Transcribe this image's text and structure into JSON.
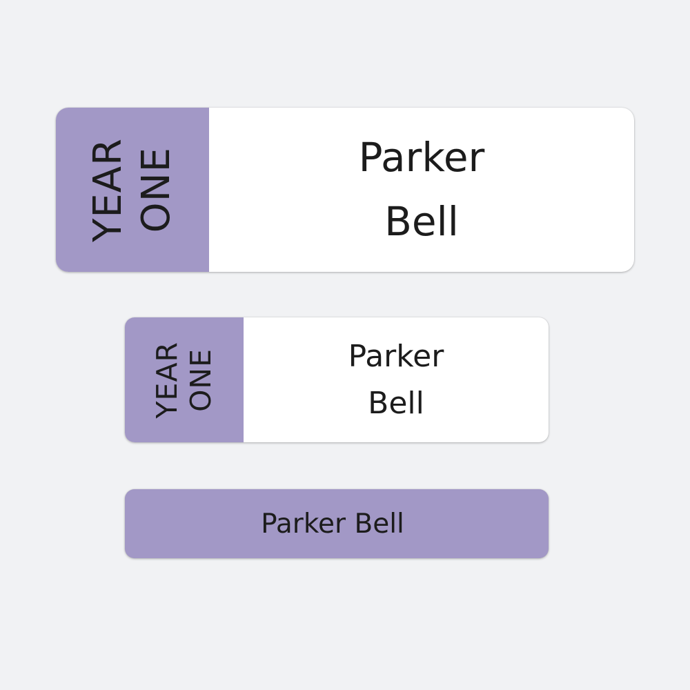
{
  "colors": {
    "background": "#f1f2f4",
    "accent": "#a298c6",
    "label_fill": "#ffffff",
    "text": "#1c1c1c"
  },
  "labels": {
    "large": {
      "class_line1": "YEAR",
      "class_line2": "ONE",
      "first_name": "Parker",
      "last_name": "Bell"
    },
    "medium": {
      "class_line1": "YEAR",
      "class_line2": "ONE",
      "first_name": "Parker",
      "last_name": "Bell"
    },
    "small": {
      "full_name": "Parker Bell"
    }
  }
}
